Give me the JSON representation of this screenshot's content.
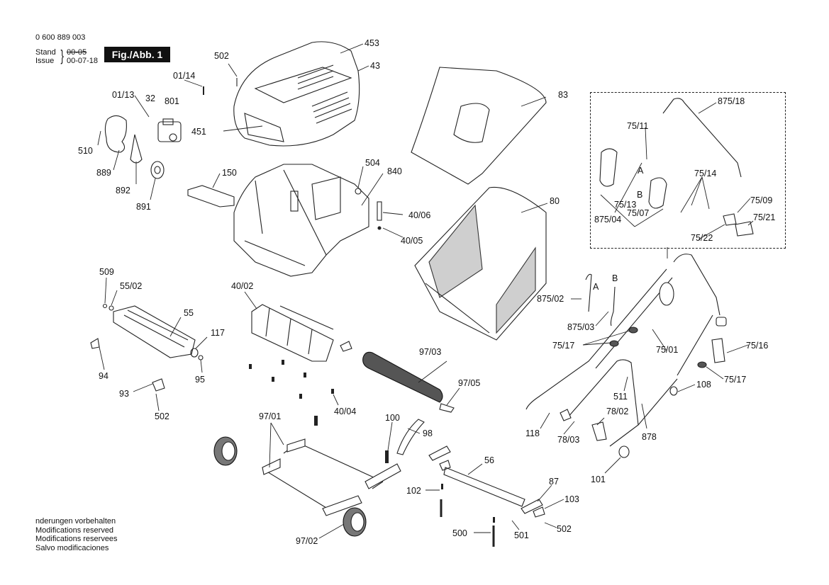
{
  "header": {
    "document_number": "0 600 889 003",
    "stand_label": "Stand",
    "issue_label": "Issue",
    "stand_value": "00-05",
    "issue_value": "00-07-18",
    "figure_badge": "Fig./Abb. 1"
  },
  "footer": {
    "lines": [
      "nderungen vorbehalten",
      "Modifications reserved",
      "Modifications reservees",
      "Salvo modificaciones"
    ]
  },
  "callouts": {
    "c502_top": "502",
    "c453": "453",
    "c43": "43",
    "c01_14": "01/14",
    "c01_13": "01/13",
    "c32": "32",
    "c801": "801",
    "c451": "451",
    "c510": "510",
    "c889": "889",
    "c892": "892",
    "c891": "891",
    "c150": "150",
    "c504": "504",
    "c840": "840",
    "c40_06": "40/06",
    "c40_05": "40/05",
    "c83": "83",
    "c80": "80",
    "c509": "509",
    "c55_02": "55/02",
    "c55": "55",
    "c117": "117",
    "c94": "94",
    "c95": "95",
    "c93": "93",
    "c502_left": "502",
    "c40_02": "40/02",
    "c97_03": "97/03",
    "c97_05": "97/05",
    "c40_04": "40/04",
    "c97_01": "97/01",
    "c100": "100",
    "c98": "98",
    "c97_02": "97/02",
    "c56": "56",
    "c102": "102",
    "c500": "500",
    "c501": "501",
    "c87": "87",
    "c103": "103",
    "c502_bottom": "502",
    "c875_02": "875/02",
    "cA": "A",
    "cB": "B",
    "c875_03": "875/03",
    "c75_17a": "75/17",
    "c75_01": "75/01",
    "c75_16": "75/16",
    "c75_17b": "75/17",
    "c108": "108",
    "c511": "511",
    "c118": "118",
    "c78_02": "78/02",
    "c78_03": "78/03",
    "c878": "878",
    "c101": "101"
  },
  "inset": {
    "c875_18": "875/18",
    "c75_11": "75/11",
    "c75_14": "75/14",
    "cA": "A",
    "cB": "B",
    "c75_13": "75/13",
    "c75_07": "75/07",
    "c875_04": "875/04",
    "c75_09": "75/09",
    "c75_21": "75/21",
    "c75_22": "75/22"
  }
}
